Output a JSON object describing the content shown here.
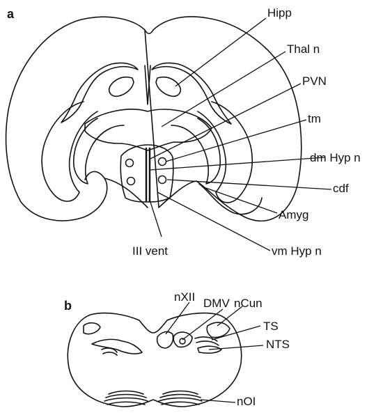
{
  "panels": {
    "a": {
      "panel_label": "a",
      "labels": {
        "hipp": "Hipp",
        "thal": "Thal n",
        "pvn": "PVN",
        "tm": "tm",
        "dmhyp": "dm Hyp n",
        "cdf": "cdf",
        "amyg": "Amyg",
        "vmhyp": "vm Hyp n",
        "third_vent": "III vent"
      }
    },
    "b": {
      "panel_label": "b",
      "labels": {
        "nxii": "nXII",
        "dmv": "DMV",
        "ncun": "nCun",
        "ts": "TS",
        "nts": "NTS",
        "noi": "nOI"
      }
    }
  },
  "colors": {
    "ink": "#111111",
    "background": "#ffffff"
  }
}
